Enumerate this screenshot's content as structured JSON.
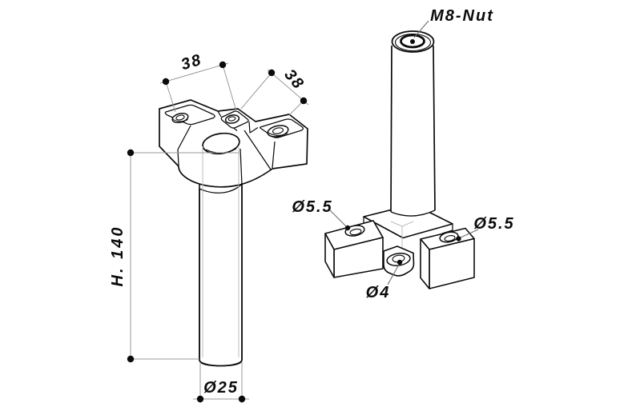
{
  "drawing": {
    "background": "#ffffff",
    "line_color": "#0b0b0b",
    "dimension_color": "#9a9a9a",
    "construction_color": "#bcbcbc",
    "leader_color": "#6e6e6e",
    "views": {
      "left": {
        "dimensions": {
          "arm1_length": "38",
          "arm2_length": "38",
          "height": "H. 140",
          "tube_diameter": "Ø25"
        }
      },
      "right": {
        "labels": {
          "nut": "M8-Nut",
          "left_hole": "Ø5.5",
          "right_hole": "Ø5.5",
          "center_hole": "Ø4"
        }
      }
    }
  }
}
